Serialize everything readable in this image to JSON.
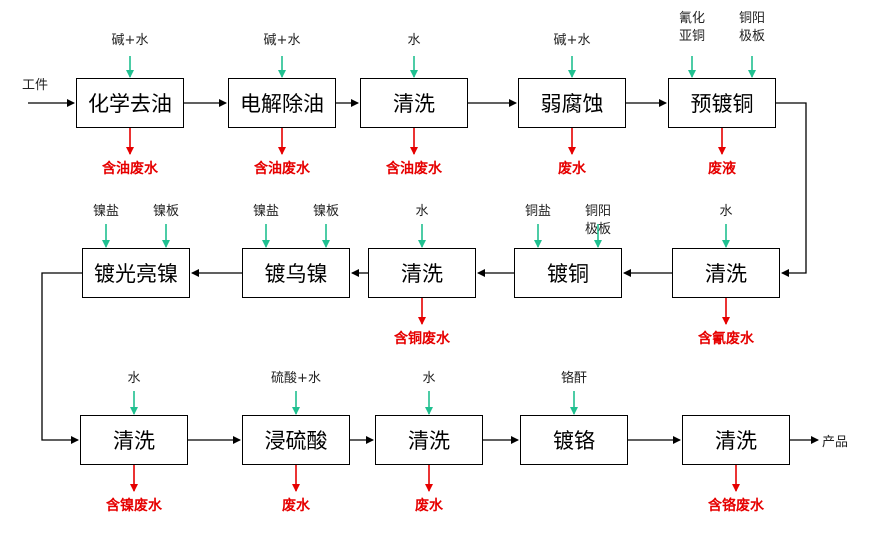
{
  "colors": {
    "input_arrow": "#20c090",
    "output_arrow": "#e60000",
    "flow": "#000000"
  },
  "start_label": "工件",
  "end_label": "产品",
  "rows": [
    {
      "steps": [
        {
          "name": "化学去油",
          "inputs": [
            "碱+水"
          ],
          "output": "含油废水"
        },
        {
          "name": "电解除油",
          "inputs": [
            "碱+水"
          ],
          "output": "含油废水"
        },
        {
          "name": "清洗",
          "inputs": [
            "水"
          ],
          "output": "含油废水"
        },
        {
          "name": "弱腐蚀",
          "inputs": [
            "碱+水"
          ],
          "output": "废水"
        },
        {
          "name": "预镀铜",
          "inputs": [
            "氰化\n亚铜",
            "铜阳\n极板"
          ],
          "output": "废液"
        }
      ]
    },
    {
      "steps": [
        {
          "name": "镀光亮镍",
          "inputs": [
            "镍盐",
            "镍板"
          ],
          "output": ""
        },
        {
          "name": "镀乌镍",
          "inputs": [
            "镍盐",
            "镍板"
          ],
          "output": ""
        },
        {
          "name": "清洗",
          "inputs": [
            "水"
          ],
          "output": "含铜废水"
        },
        {
          "name": "镀铜",
          "inputs": [
            "铜盐",
            "铜阳\n极板"
          ],
          "output": ""
        },
        {
          "name": "清洗",
          "inputs": [
            "水"
          ],
          "output": "含氰废水"
        }
      ]
    },
    {
      "steps": [
        {
          "name": "清洗",
          "inputs": [
            "水"
          ],
          "output": "含镍废水"
        },
        {
          "name": "浸硫酸",
          "inputs": [
            "硫酸+水"
          ],
          "output": "废水"
        },
        {
          "name": "清洗",
          "inputs": [
            "水"
          ],
          "output": "废水"
        },
        {
          "name": "镀铬",
          "inputs": [
            "铬酐"
          ],
          "output": ""
        },
        {
          "name": "清洗",
          "inputs": [],
          "output": "含铬废水"
        }
      ]
    }
  ]
}
